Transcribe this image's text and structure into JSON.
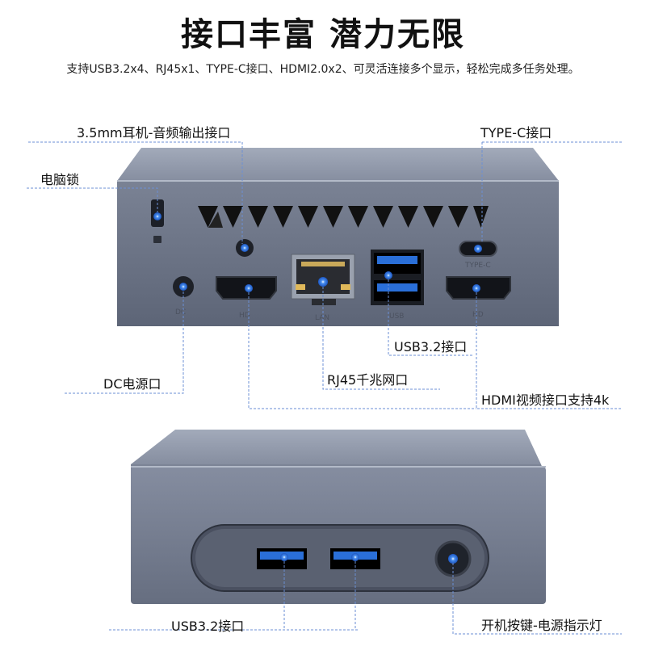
{
  "header": {
    "title": "接口丰富 潜力无限",
    "subtitle": "支持USB3.2x4、RJ45x1、TYPE-C接口、HDMI2.0x2、可灵活连接多个显示，轻松完成多任务处理。"
  },
  "rear_panel": {
    "callouts": {
      "audio": "3.5mm耳机-音频输出接口",
      "typec": "TYPE-C接口",
      "lock": "电脑锁",
      "usb": "USB3.2接口",
      "dc": "DC电源口",
      "rj45": "RJ45千兆网口",
      "hdmi": "HDMI视频接口支持4k"
    },
    "port_markings": {
      "dc": "DC",
      "hdmi_left": "HD",
      "lan": "LAN",
      "usb": "USB",
      "typec": "TYPE-C",
      "hdmi_right": "HD"
    }
  },
  "front_panel": {
    "callouts": {
      "usb": "USB3.2接口",
      "power": "开机按键-电源指示灯"
    }
  },
  "colors": {
    "case_top": "#8e96a8",
    "case_body": "#6f7789",
    "leader_line": "#6b8fd4",
    "port_blue": "#2a6fd8"
  }
}
